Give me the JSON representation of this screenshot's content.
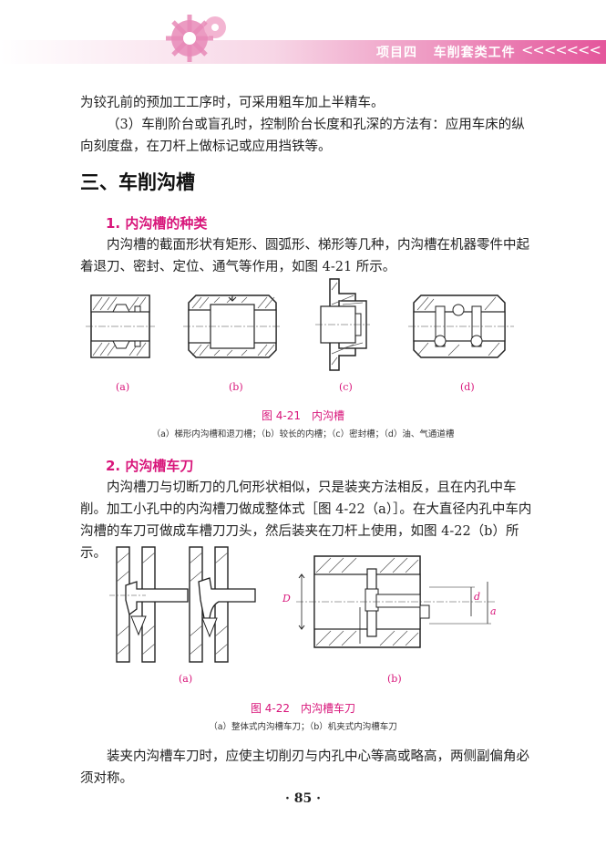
{
  "header": {
    "project": "项目四",
    "title": "车削套类工件",
    "arrows": "<<<<<<<"
  },
  "paragraphs": {
    "p1": "为铰孔前的预加工工序时，可采用粗车加上半精车。",
    "p2": "（3）车削阶台或盲孔时，控制阶台长度和孔深的方法有：应用车床的纵向刻度盘，在刀杆上做标记或应用挡铁等。",
    "p3": "内沟槽的截面形状有矩形、圆弧形、梯形等几种，内沟槽在机器零件中起着退刀、密封、定位、通气等作用，如图 4-21 所示。",
    "p4": "内沟槽刀与切断刀的几何形状相似，只是装夹方法相反，且在内孔中车削。加工小孔中的内沟槽刀做成整体式［图 4-22（a）］。在大直径内孔中车内沟槽的车刀可做成车槽刀刀头，然后装夹在刀杆上使用，如图 4-22（b）所示。",
    "p5": "装夹内沟槽车刀时，应使主切削刃与内孔中心等高或略高，两侧副偏角必须对称。"
  },
  "headings": {
    "section": "三、车削沟槽",
    "sub1": "1. 内沟槽的种类",
    "sub2": "2. 内沟槽车刀"
  },
  "figure1": {
    "labels": [
      "(a)",
      "(b)",
      "(c)",
      "(d)"
    ],
    "caption": "图 4-21　内沟槽",
    "subcaption": "（a）梯形内沟槽和退刀槽；（b）较长的内槽；（c）密封槽；（d）油、气通道槽"
  },
  "figure2": {
    "labels": [
      "(a)",
      "(b)"
    ],
    "dim_D": "D",
    "dim_d": "d",
    "dim_a": "a",
    "caption": "图 4-22　内沟槽车刀",
    "subcaption": "（a）整体式内沟槽车刀；（b）机夹式内沟槽车刀"
  },
  "page_number": "· 85 ·",
  "colors": {
    "accent": "#d8157a",
    "band_end": "#e4569b"
  }
}
